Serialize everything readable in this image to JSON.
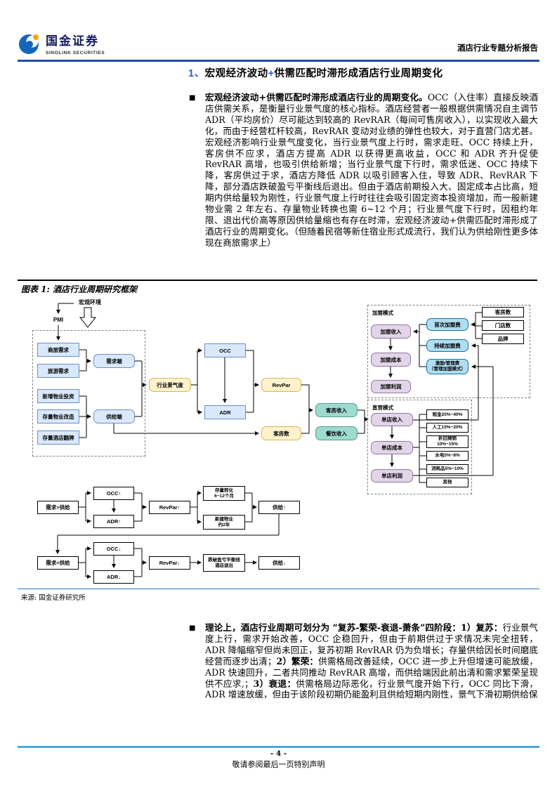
{
  "glyphs": {
    "bullet": "■"
  },
  "header": {
    "brand_cn": "国金证券",
    "brand_en": "SINOLINK SECURITIES",
    "report_type": "酒店行业专题分析报告"
  },
  "section_title": {
    "runs": [
      {
        "t": "1、",
        "c": "#2a5cd0"
      },
      {
        "t": "宏观经济波动"
      },
      {
        "t": "+",
        "c": "#2a5cd0"
      },
      {
        "t": "供需匹配时滞形成酒店行业周期变化"
      }
    ]
  },
  "para1": {
    "runs": [
      {
        "t": "宏观经济波动+供需匹配时滞形成酒店行业的周期变化。",
        "b": true
      },
      {
        "t": "OCC（入住率）直接反映酒店供需关系，是衡量行业景气度的核心指标。酒店经营者一般根据供需情况自主调节 ADR（平均房价）尽可能达到较高的 RevRAR（每间可售房收入），以实现收入最大化，而由于经营杠杆较高，RevRAR 变动对业绩的弹性也较大，对于直营门店尤甚。宏观经济影响行业景气度变化，当行业景气度上行时，需求走旺、OCC 持续上升，客房供不应求，酒店方提高 ADR 以获得更高收益，OCC 和 ADR 齐升促使 RevRAR 高增，也吸引供给新增；当行业景气度下行时，需求低迷、OCC 持续下降，客房供过于求，酒店方降低 ADR 以吸引顾客入住，导致 ADR、RevRAR 下降，部分酒店跌破盈亏平衡线后退出。但由于酒店前期投入大、固定成本占比高，短期内供给量较为刚性，行业景气度上行时往往会吸引固定资本投资增加，而一般新建物业需 2 年左右、存量物业转换也需 6~12 个月；行业景气度下行时，因租约年限、退出代价高等原因供给量缩也有存在时滞，宏观经济波动+供需匹配时滞形成了酒店行业的周期变化。（但随着民宿等新住宿业形式成流行，我们认为供给刚性更多体现在商旅需求上）"
      }
    ]
  },
  "figure": {
    "caption": "图表 1: 酒店行业周期研究框架",
    "source": "来源: 国金证券研究所",
    "nodes": {
      "macro_env": "宏观环境",
      "pmi": "PMI",
      "biz_demand": "商旅需求",
      "tour_demand": "旅游需求",
      "demand_side": "需求端",
      "new_property": "新增物业投资",
      "stock_reno": "存量物业改造",
      "stock_rebrand": "存量酒店翻牌",
      "supply_side": "供给端",
      "sentiment": "行业景气度",
      "occ": "OCC",
      "adr": "ADR",
      "revpar": "RevPar",
      "rooms": "客房数",
      "room_rev": "客房收入",
      "food_rev": "餐饮收入",
      "franchise_title": "加盟模式",
      "fr_income": "加盟收入",
      "fr_cost": "加盟成本",
      "fr_profit": "加盟利润",
      "first_fee": "首次加盟费",
      "cont_fee": "持续加盟费",
      "mgmt_fee": "激励/管理费\n（管理加盟模式）",
      "f_rooms": "客房数",
      "f_stores": "门店数",
      "f_brand": "品牌",
      "direct_title": "直营模式",
      "store_rev": "单店收入",
      "store_cost": "单店成本",
      "store_profit": "单店利润",
      "rent": "租金20%~40%",
      "labor": "人工15%~20%",
      "depr": "折旧摊销\n10%~15%",
      "utility": "水电5%~8%",
      "consumable": "消耗品5%~10%",
      "other": "其他",
      "cy_d_gt_s": "需求>供给",
      "cy_occ_up": "OCC↑",
      "cy_adr_up": "ADR↑",
      "cy_revpar_up": "RevPar↑",
      "cy_stock_conv": "存量转化\n6~12个月",
      "cy_new_prop": "新建物业\n约2年",
      "cy_supply_up": "供给↑",
      "cy_d_lt_s": "需求<供给",
      "cy_occ_dn": "OCC↓",
      "cy_adr_dn": "ADR↓",
      "cy_revpar_dn": "RevPar↓",
      "cy_exit": "跌破盈亏平衡线\n酒店退出",
      "cy_supply_dn": "供给↓"
    }
  },
  "para2": {
    "runs": [
      {
        "t": "理论上，酒店行业周期可划分为 “复苏-繁荣-衰退-萧条”四阶段：1）复苏：",
        "b": true
      },
      {
        "t": "行业景气度上行，需求开始改善，OCC 企稳回升，但由于前期供过于求情况未完全扭转，ADR 降幅缩窄但尚未回正，复苏初期 RevRAR 仍为负增长；存量供给因长时间磨底经营而逐步出清；"
      },
      {
        "t": "2）繁荣：",
        "b": true
      },
      {
        "t": "供需格局改善延续，OCC 进一步上升但增速可能放缓，ADR 快速回升，二者共同推动 RevRAR 高增，而供给端因此前出清和需求繁荣呈现供不应求,；"
      },
      {
        "t": "3）衰退：",
        "b": true
      },
      {
        "t": "供需格局边际恶化，行业景气度开始下行，OCC 同比下滑，ADR 增速放缓，但由于该阶段初期仍能盈利且供给短期内刚性，景气下滑初期供给保"
      }
    ]
  },
  "footer": {
    "page": "- 4 -",
    "disclaimer": "敬请参阅最后一页特别声明"
  }
}
